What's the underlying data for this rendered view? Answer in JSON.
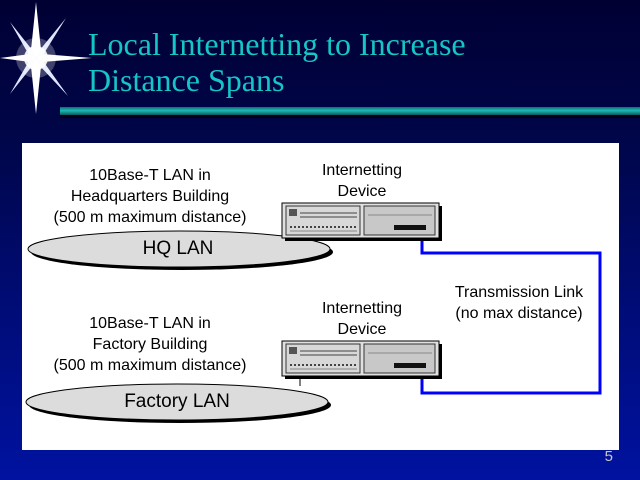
{
  "slide": {
    "title_line1": "Local Internetting to Increase",
    "title_line2": "Distance Spans",
    "number": "5"
  },
  "diagram": {
    "hq": {
      "caption_line1": "10Base-T LAN in",
      "caption_line2": "Headquarters Building",
      "caption_line3": "(500 m maximum distance)",
      "lan_label": "HQ LAN",
      "device_line1": "Internetting",
      "device_line2": "Device"
    },
    "factory": {
      "caption_line1": "10Base-T LAN in",
      "caption_line2": "Factory Building",
      "caption_line3": "(500 m maximum distance)",
      "lan_label": "Factory LAN",
      "device_line1": "Internetting",
      "device_line2": "Device"
    },
    "link": {
      "line1": "Transmission Link",
      "line2": "(no max distance)",
      "color": "#0000ff"
    }
  },
  "colors": {
    "title": "#15c6c6",
    "background_top": "#000033",
    "background_bottom": "#0012a0"
  }
}
